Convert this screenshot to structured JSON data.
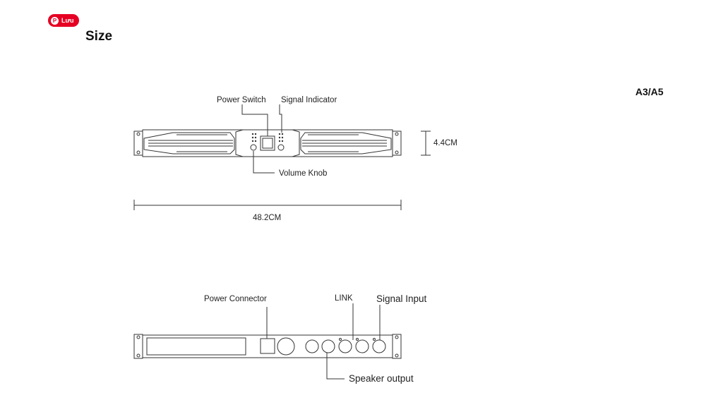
{
  "pin_button": {
    "label": "Lưu",
    "icon": "pinterest-icon"
  },
  "title": "Size",
  "model": "A3/A5",
  "front_panel": {
    "callouts": {
      "power_switch": "Power Switch",
      "signal_indicator": "Signal Indicator",
      "volume_knob": "Volume Knob"
    },
    "height": "4.4CM",
    "width": "48.2CM"
  },
  "rear_panel": {
    "callouts": {
      "power_connector": "Power Connector",
      "link": "LINK",
      "signal_input": "Signal Input",
      "speaker_output": "Speaker output"
    }
  },
  "colors": {
    "pin": "#e60023",
    "line": "#333333"
  }
}
